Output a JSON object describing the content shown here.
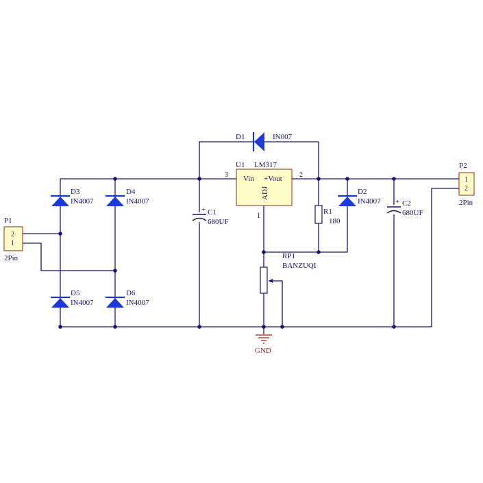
{
  "connectors": {
    "p1": {
      "ref": "P1",
      "value": "2Pin",
      "pins": [
        "2",
        "1"
      ]
    },
    "p2": {
      "ref": "P2",
      "value": "2Pin",
      "pins": [
        "1",
        "2"
      ]
    }
  },
  "diodes": {
    "d1": {
      "ref": "D1",
      "value": "IN007"
    },
    "d2": {
      "ref": "D2",
      "value": "IN4007"
    },
    "d3": {
      "ref": "D3",
      "value": "IN4007"
    },
    "d4": {
      "ref": "D4",
      "value": "IN4007"
    },
    "d5": {
      "ref": "D5",
      "value": "IN4007"
    },
    "d6": {
      "ref": "D6",
      "value": "IN4007"
    }
  },
  "capacitors": {
    "c1": {
      "ref": "C1",
      "value": "680UF",
      "polarity": "+"
    },
    "c2": {
      "ref": "C2",
      "value": "680UF",
      "polarity": "+"
    }
  },
  "regulator": {
    "ref": "U1",
    "value": "LM317",
    "pin_vin": "Vin",
    "pin_vout": "+Vout",
    "pin_adj": "ADJ",
    "pin_num_in": "3",
    "pin_num_out": "2",
    "pin_num_adj": "1"
  },
  "resistor": {
    "ref": "R1",
    "value": "180"
  },
  "potentiometer": {
    "ref": "RP1",
    "value": "BANZUQI"
  },
  "ground": {
    "label": "GND"
  },
  "colors": {
    "wire": "#16166b",
    "diode": "#1e3ad6",
    "component_fill": "#fffcc8",
    "component_border": "#8a2a1a",
    "ground": "#8a2a1a"
  }
}
